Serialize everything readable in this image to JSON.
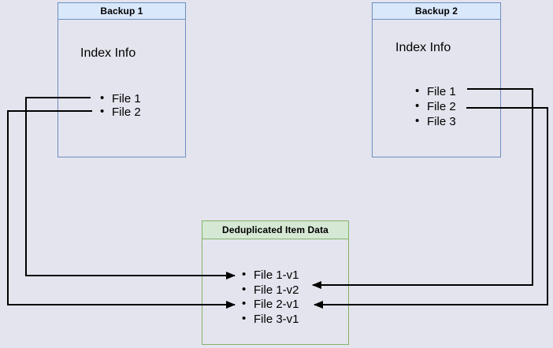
{
  "diagram": {
    "type": "backup-deduplication-diagram",
    "background_color": "#e4e4ee",
    "palette": {
      "blue_border": "#6c8ebf",
      "blue_header_fill": "#dae8fc",
      "green_border": "#82b366",
      "green_header_fill": "#d5e8d4",
      "connector_color": "#000000"
    },
    "boxes": {
      "backup1": {
        "title": "Backup 1",
        "subtitle": "Index Info",
        "items": [
          "File 1",
          "File 2"
        ]
      },
      "backup2": {
        "title": "Backup 2",
        "subtitle": "Index Info",
        "items": [
          "File 1",
          "File 2",
          "File 3"
        ]
      },
      "dedup": {
        "title": "Deduplicated Item Data",
        "items": [
          "File 1-v1",
          "File 1-v2",
          "File 2-v1",
          "File 3-v1"
        ]
      }
    },
    "connections": [
      {
        "from": "Backup 1 / File 1",
        "to": "Deduplicated Item Data / File 1-v1"
      },
      {
        "from": "Backup 1 / File 2",
        "to": "Deduplicated Item Data / File 2-v1"
      },
      {
        "from": "Backup 2 / File 1",
        "to": "Deduplicated Item Data / File 1-v2"
      },
      {
        "from": "Backup 2 / File 2",
        "to": "Deduplicated Item Data / File 2-v1"
      }
    ]
  }
}
